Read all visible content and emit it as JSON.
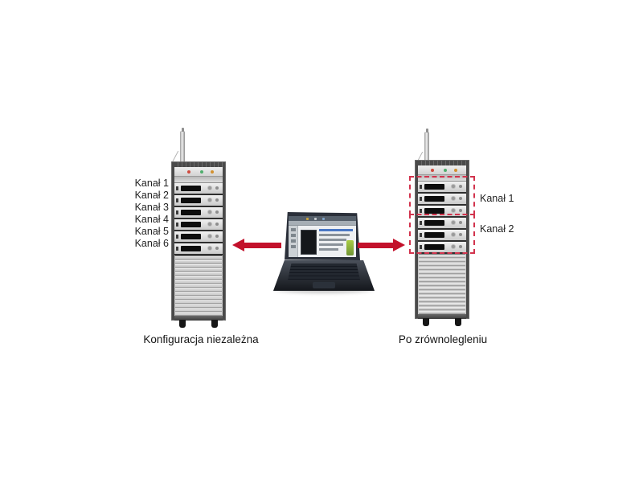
{
  "left_rack": {
    "channels": [
      "Kanał 1",
      "Kanał 2",
      "Kanał 3",
      "Kanał 4",
      "Kanał 5",
      "Kanał 6"
    ],
    "unit_count": 6,
    "caption": "Konfiguracja niezależna"
  },
  "right_rack": {
    "groups": [
      "Kanał 1",
      "Kanał 2"
    ],
    "unit_count": 6,
    "caption": "Po zrównolegleniu"
  },
  "colors": {
    "arrow": "#c3112b",
    "dashed_box": "#d2334d",
    "indicator_red": "#cf4a3e",
    "indicator_green": "#4fae6d",
    "indicator_amber": "#d2912f",
    "laptop_green": "#a9cc45"
  }
}
